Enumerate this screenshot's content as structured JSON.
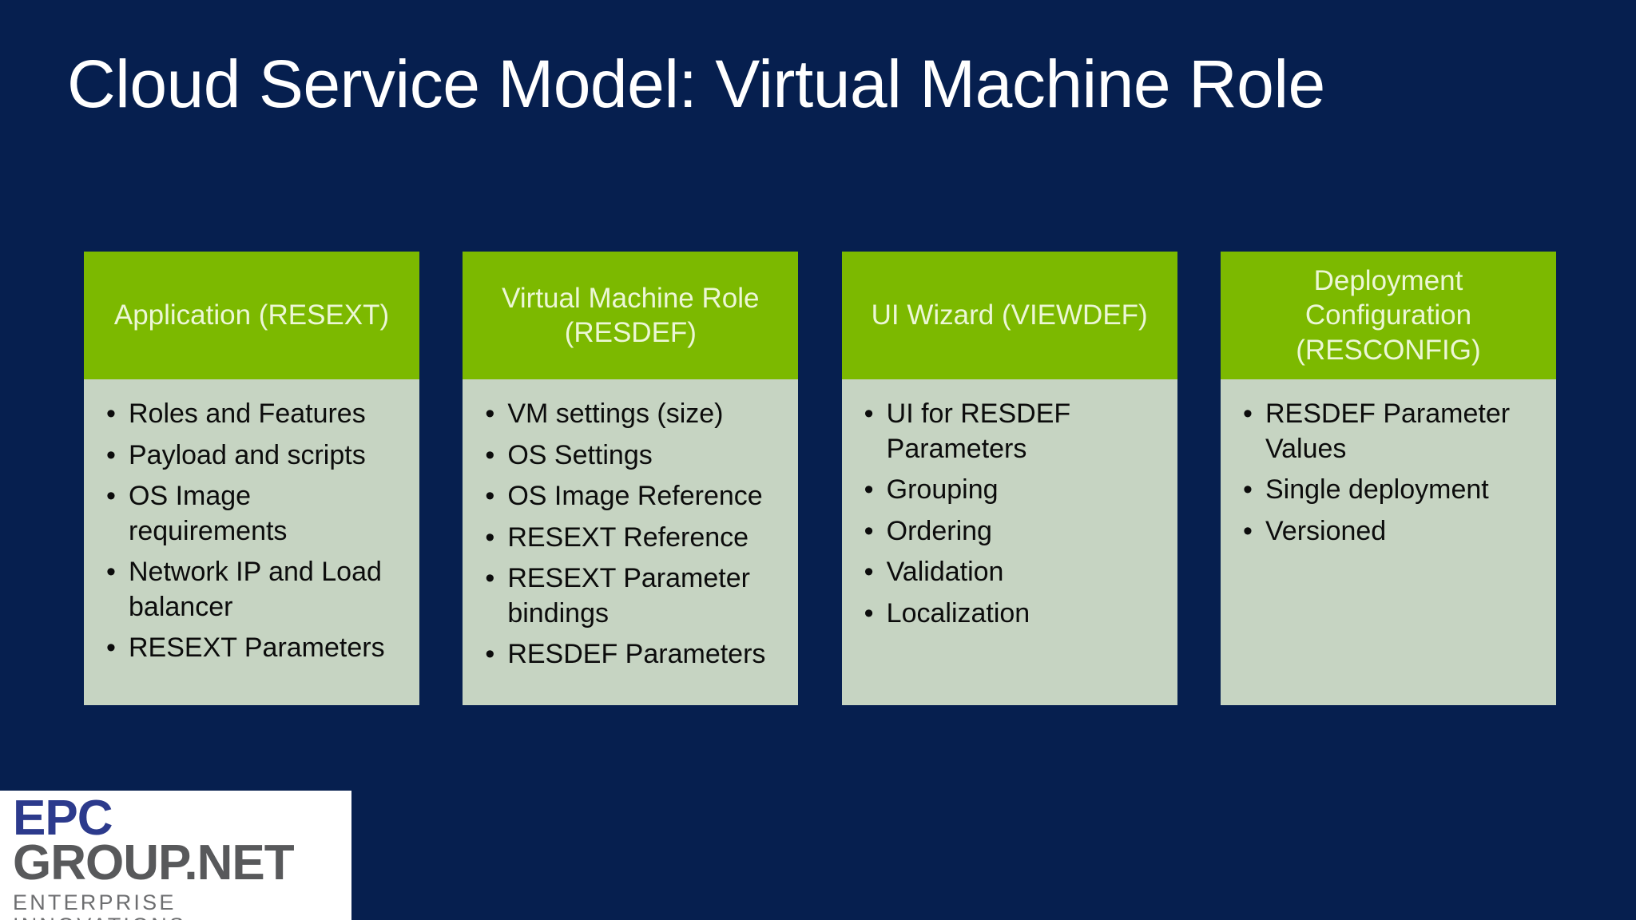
{
  "slide": {
    "title": "Cloud Service Model: Virtual Machine Role",
    "background_color": "#061f4f",
    "header_color": "#7cb900",
    "header_text_color": "#ecf7d6",
    "body_color": "#c6d4c2",
    "body_text_color": "#0c0c0c",
    "bullet_glyph": "•"
  },
  "columns": [
    {
      "header": "Application (RESEXT)",
      "bullets": [
        "Roles and Features",
        "Payload and scripts",
        "OS Image requirements",
        "Network IP and Load balancer",
        "RESEXT Parameters"
      ]
    },
    {
      "header": "Virtual Machine Role\n(RESDEF)",
      "bullets": [
        "VM settings (size)",
        "OS Settings",
        "OS Image Reference",
        "RESEXT Reference",
        "RESEXT Parameter bindings",
        "RESDEF Parameters"
      ]
    },
    {
      "header": "UI Wizard (VIEWDEF)",
      "bullets": [
        "UI for RESDEF Parameters",
        "Grouping",
        "Ordering",
        "Validation",
        "Localization"
      ]
    },
    {
      "header": "Deployment\nConfiguration\n(RESCONFIG)",
      "bullets": [
        "RESDEF Parameter Values",
        "Single deployment",
        "Versioned"
      ]
    }
  ],
  "logo": {
    "line1": "EPC",
    "line2": "GROUP.NET",
    "tagline": "ENTERPRISE INNOVATIONS",
    "line1_color": "#2c3a8c",
    "line2_color": "#58595b",
    "tagline_color": "#6d6e70"
  }
}
